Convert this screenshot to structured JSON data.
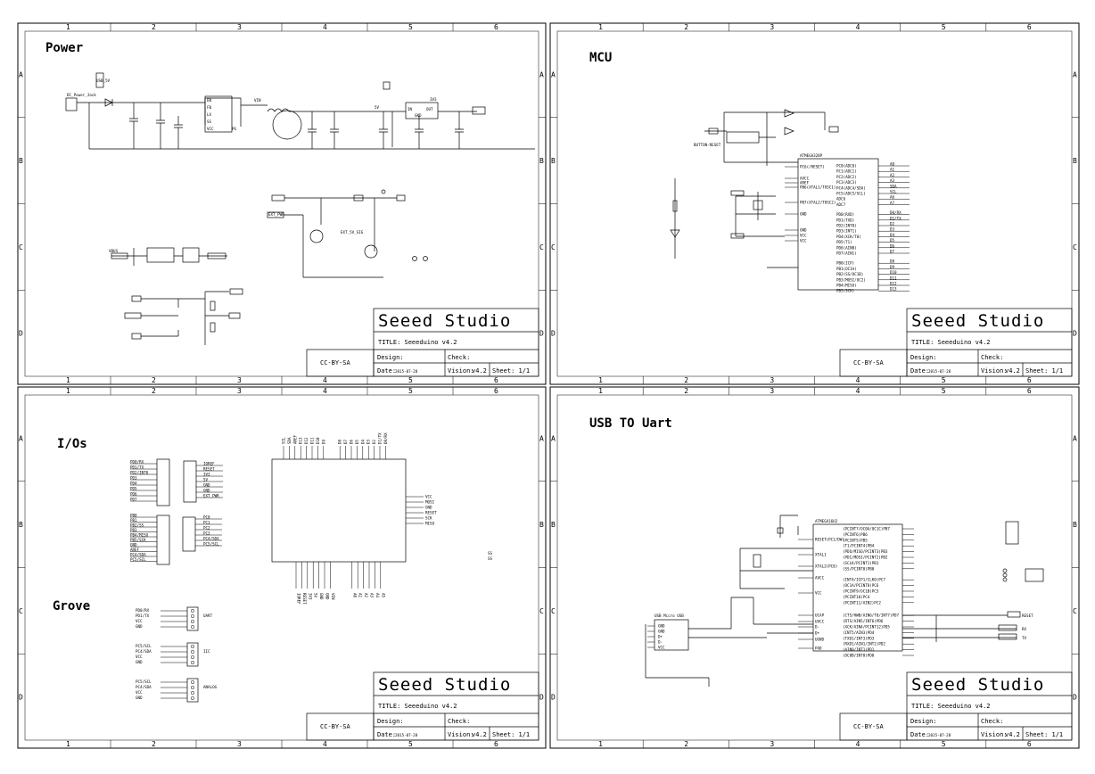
{
  "sheets": [
    {
      "id": "power",
      "title": "Power"
    },
    {
      "id": "mcu",
      "title": "MCU"
    },
    {
      "id": "ios",
      "title": "I/Os",
      "subtitle": "Grove"
    },
    {
      "id": "usb",
      "title": "USB TO Uart"
    }
  ],
  "title_block": {
    "brand": "Seeed Studio",
    "title": "TITLE: Seeeduino v4.2",
    "license": "CC-BY-SA",
    "design": "Design:",
    "check": "Check:",
    "date": "Date:",
    "date_value": "2015-07-28",
    "vision": "Vision:",
    "vision_value": "v4.2",
    "sheet": "Sheet: 1/1"
  },
  "ruler": {
    "cols": [
      "1",
      "2",
      "3",
      "4",
      "5",
      "6"
    ],
    "rows": [
      "A",
      "B",
      "C",
      "D"
    ]
  },
  "power_labels": [
    "DC_Power_Jack",
    "USB_5V",
    "5V",
    "3V3",
    "IN",
    "OUT",
    "GND",
    "VIN",
    "EN",
    "FB",
    "LX",
    "SS",
    "VCC",
    "PG",
    "VBUS",
    "EXT_PWR",
    "EXT_5V_SIG"
  ],
  "mcu": {
    "chip": "ATMEGA328P",
    "button": "BUTTON-RESET",
    "left_pins": [
      "PC6(/RESET)",
      "AVCC",
      "AREF",
      "PB6(XTAL1/TOSC1)",
      "PB7(XTAL2/TOSC2)",
      "GND",
      "GND",
      "VCC",
      "VCC"
    ],
    "right_pins": [
      "PC0(ADC0)",
      "PC1(ADC1)",
      "PC2(ADC2)",
      "PC3(ADC3)",
      "PC4(ADC4/SDA)",
      "PC5(ADC5/SCL)",
      "ADC6",
      "ADC7",
      "PD0(RXD)",
      "PD1(TXD)",
      "PD2(INT0)",
      "PD3(INT1)",
      "PD4(XCK/T0)",
      "PD5(T1)",
      "PD6(AIN0)",
      "PD7(AIN1)",
      "PB0(ICP)",
      "PB1(OC1A)",
      "PB2(SS/OC1B)",
      "PB3(MOSI/OC2)",
      "PB4(MISO)",
      "PB5(SCK)"
    ],
    "nets_right": [
      "A0",
      "A1",
      "A2",
      "A3",
      "SDA",
      "SCL",
      "A6",
      "A7",
      "D0/RX",
      "D1/TX",
      "D2",
      "D3",
      "D4",
      "D5",
      "D6",
      "D7",
      "D8",
      "D9",
      "D10",
      "D11",
      "D12",
      "D13"
    ]
  },
  "ios": {
    "header_left": [
      "PD0/RX",
      "PD1/TX",
      "PD2/INT0",
      "PD3",
      "PD4",
      "PD5",
      "PD6",
      "PD7"
    ],
    "header_right": [
      "IOREF",
      "RESET",
      "3V3",
      "5V",
      "GND",
      "GND",
      "EXT_PWR"
    ],
    "header_b": [
      "PB0",
      "PB1",
      "PB2/SS",
      "PB3",
      "PB4/MISO",
      "PB5/SCK",
      "GND",
      "AREF",
      "PC4/SDA",
      "PC5/SCL"
    ],
    "header_b2": [
      "PC0",
      "PC1",
      "PC2",
      "PC3",
      "PC4/SDA",
      "PC5/SCL"
    ],
    "icsp": [
      "VCC",
      "MOSI",
      "GND",
      "RESET",
      "SCK",
      "MISO"
    ],
    "grove": [
      {
        "pins": [
          "PD0/RX",
          "PD1/TX",
          "VCC",
          "GND"
        ],
        "name": "UART"
      },
      {
        "pins": [
          "PC5/SCL",
          "PC4/SDA",
          "VCC",
          "GND"
        ],
        "name": "IIC"
      },
      {
        "pins": [
          "PC5/SCL",
          "PC4/SDA",
          "VCC",
          "GND"
        ],
        "name": "ANALOG"
      }
    ]
  },
  "usb": {
    "chip": "ATMEGA16U2",
    "connector": "USB Micro USB",
    "usb_pins": [
      "GND",
      "GND",
      "D+",
      "D-",
      "VCC"
    ],
    "left_pins": [
      "RESET(PC1/DW)",
      "XTAL1",
      "XTAL2(PC0)",
      "AVCC",
      "VCC",
      "UCAP",
      "UVCC",
      "D-",
      "D+",
      "UGND",
      "PAD"
    ],
    "right_pins": [
      "(PCINT7/OC0A/OC1C)PB7",
      "(PCINT6)PB6",
      "(PCINT5)PB5",
      "(T1/PCINT4)PB4",
      "(PDO/MISO/PCINT3)PB3",
      "(PDI/MOSI/PCINT2)PB2",
      "(SCLK/PCINT1)PB1",
      "(SS/PCINT0)PB0",
      "(INT4/ICP1/CLK0)PC7",
      "(OC1A/PCINT8)PC6",
      "(PCINT9/OC1B)PC5",
      "(PCINT10)PC4",
      "(PCINT11/AIN2)PC2",
      "(CTS/HWB/AIN6/T0/INT7)PD7",
      "(RTS/AIN5/INT6)PD6",
      "(XCK/AIN4/PCINT12)PD5",
      "(INT5/AIN3)PD4",
      "(TXD1/INT3)PD3",
      "(RXD1/AIN1/INT2)PD2",
      "(AIN0/INT1)PD1",
      "(OC0B/INT0)PD0"
    ],
    "nets": [
      "RESET",
      "RX",
      "TX",
      "D+",
      "D-",
      "GND"
    ]
  }
}
